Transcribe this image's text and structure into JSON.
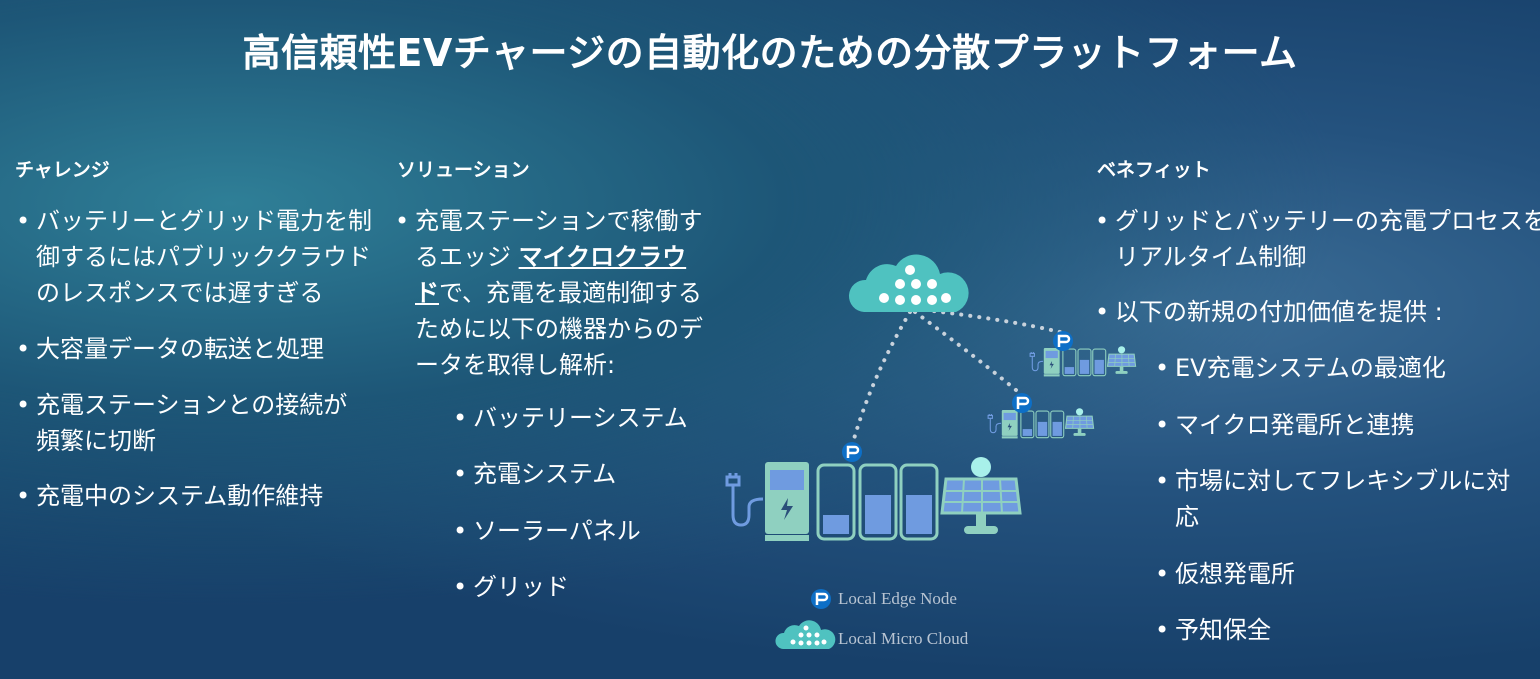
{
  "title": "高信頼性EVチャージの自動化のための分散プラットフォーム",
  "challenge": {
    "heading": "チャレンジ",
    "items": [
      "バッテリーとグリッド電力を制御するにはパブリッククラウドのレスポンスでは遅すぎる",
      "大容量データの転送と処理",
      "充電ステーションとの接続が頻繁に切断",
      "充電中のシステム動作維持"
    ]
  },
  "solution": {
    "heading": "ソリューション",
    "main_pre": "充電ステーションで稼働するエッジ ",
    "main_em": "マイクロクラウド",
    "main_post": "で、充電を最適制御するために以下の機器からのデータを取得し解析:",
    "sub": [
      "バッテリーシステム",
      "充電システム",
      "ソーラーパネル",
      "グリッド"
    ]
  },
  "benefit": {
    "heading": "ベネフィット",
    "items": [
      "グリッドとバッテリーの充電プロセスをリアルタイム制御",
      "以下の新規の付加価値を提供 :"
    ],
    "sub": [
      "EV充電システムの最適化",
      "マイクロ発電所と連携",
      "市場に対してフレキシブルに対応",
      "仮想発電所",
      "予知保全"
    ]
  },
  "legend": {
    "edge_node": "Local Edge Node",
    "micro_cloud": "Local Micro Cloud",
    "node_glyph": "P"
  },
  "colors": {
    "cloud": "#4fc2c0",
    "node": "#0d6fc7",
    "station": "#8fd0c0",
    "fill": "#6f9be0"
  }
}
